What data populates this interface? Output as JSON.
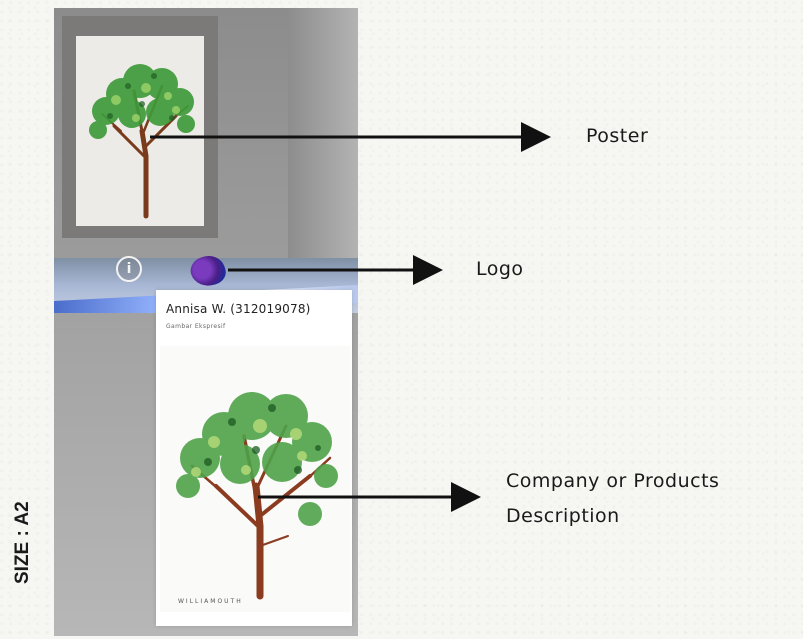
{
  "labels": {
    "poster": "Poster",
    "logo": "Logo",
    "description_line1": "Company or Products",
    "description_line2": "Description",
    "size": "SIZE : A2"
  },
  "card": {
    "title": "Annisa W. (312019078)",
    "subtitle": "Gambar Ekspresif",
    "footer": "WILLIAMOUTH"
  },
  "icons": {
    "info": "i",
    "info_icon_name": "info-icon",
    "logo_icon_name": "logo-icon"
  },
  "colors": {
    "arrow": "#111111",
    "foliage": "#4fa34a",
    "trunk": "#8b3b1f"
  }
}
